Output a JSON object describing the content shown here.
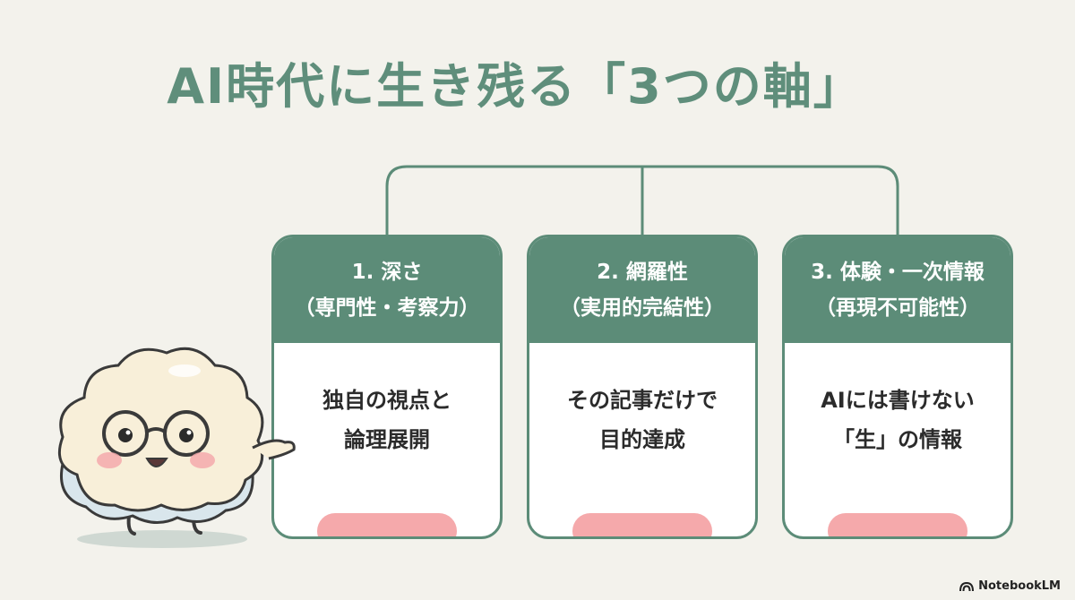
{
  "title": "AI時代に生き残る「3つの軸」",
  "colors": {
    "accent": "#5c8c78",
    "title": "#5f8e7b",
    "background": "#f3f2ec",
    "pill": "#f5a9ab"
  },
  "cards": [
    {
      "heading_line1": "1. 深さ",
      "heading_line2": "（専門性・考察力）",
      "body_line1": "独自の視点と",
      "body_line2": "論理展開"
    },
    {
      "heading_line1": "2. 網羅性",
      "heading_line2": "（実用的完結性）",
      "body_line1": "その記事だけで",
      "body_line2": "目的達成"
    },
    {
      "heading_line1": "3. 体験・一次情報",
      "heading_line2": "（再現不可能性）",
      "body_line1": "AIには書けない",
      "body_line2": "「生」の情報"
    }
  ],
  "mascot_icon": "cloud-mascot-with-glasses",
  "branding": {
    "icon": "notebooklm-logo-icon",
    "label": "NotebookLM"
  }
}
